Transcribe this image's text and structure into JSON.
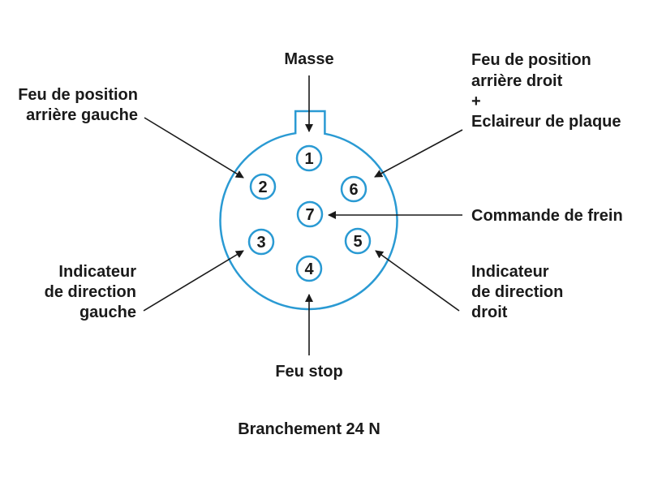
{
  "pins": [
    "1",
    "2",
    "3",
    "4",
    "5",
    "6",
    "7"
  ],
  "labels": {
    "masse": "Masse",
    "feu_position_gauche": [
      "Feu de position",
      "arrière gauche"
    ],
    "feu_position_droit": [
      "Feu de position",
      "arrière droit",
      "+",
      "Eclaireur de plaque"
    ],
    "commande_frein": "Commande de frein",
    "indicateur_gauche": [
      "Indicateur",
      "de direction",
      "gauche"
    ],
    "indicateur_droit": [
      "Indicateur",
      "de direction",
      "droit"
    ],
    "feu_stop": "Feu stop"
  },
  "caption": "Branchement 24 N",
  "colors": {
    "connector": "#2a9ad3",
    "text": "#1a1a1a"
  }
}
